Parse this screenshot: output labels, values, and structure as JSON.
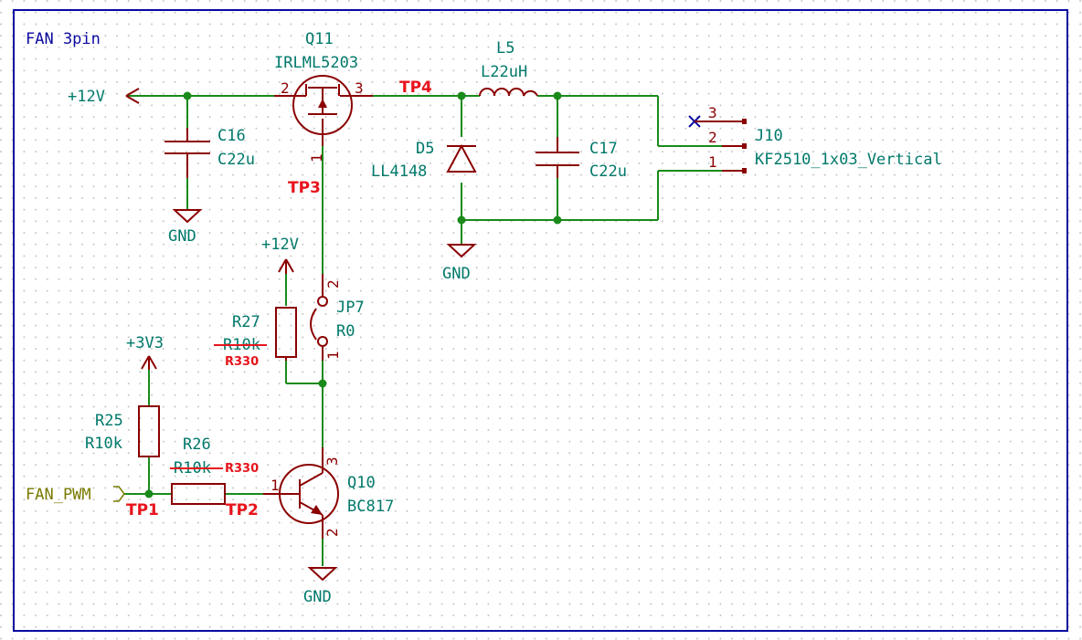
{
  "sheet": {
    "title": "FAN 3pin",
    "colors": {
      "wire": "#1a8a1a",
      "part": "#8b0000",
      "text": "#00796b",
      "border": "#0a0aa0",
      "testpoint": "#e8141c",
      "netlabel": "#7a7a00"
    }
  },
  "power": {
    "p12v_top": "+12V",
    "p12v_mid": "+12V",
    "p3v3": "+3V3",
    "gnd_c16": "GND",
    "gnd_d5": "GND",
    "gnd_q10": "GND"
  },
  "parts": {
    "q11": {
      "ref": "Q11",
      "value": "IRLML5203",
      "pin_gate": "1",
      "pin_source": "2",
      "pin_drain": "3"
    },
    "l5": {
      "ref": "L5",
      "value": "L22uH"
    },
    "c16": {
      "ref": "C16",
      "value": "C22u"
    },
    "c17": {
      "ref": "C17",
      "value": "C22u"
    },
    "d5": {
      "ref": "D5",
      "value": "LL4148"
    },
    "j10": {
      "ref": "J10",
      "value": "KF2510_1x03_Vertical",
      "pin1": "1",
      "pin2": "2",
      "pin3": "3"
    },
    "jp7": {
      "ref": "JP7",
      "value": "R0",
      "pin1": "1",
      "pin2": "2"
    },
    "r27": {
      "ref": "R27",
      "value": "R10k",
      "override": "R330"
    },
    "r25": {
      "ref": "R25",
      "value": "R10k"
    },
    "r26": {
      "ref": "R26",
      "value": "R10k",
      "override": "R330"
    },
    "q10": {
      "ref": "Q10",
      "value": "BC817",
      "pin_base": "1",
      "pin_emitter": "2",
      "pin_collector": "3"
    }
  },
  "net_labels": {
    "fan_pwm": "FAN_PWM"
  },
  "test_points": {
    "tp1": "TP1",
    "tp2": "TP2",
    "tp3": "TP3",
    "tp4": "TP4"
  }
}
